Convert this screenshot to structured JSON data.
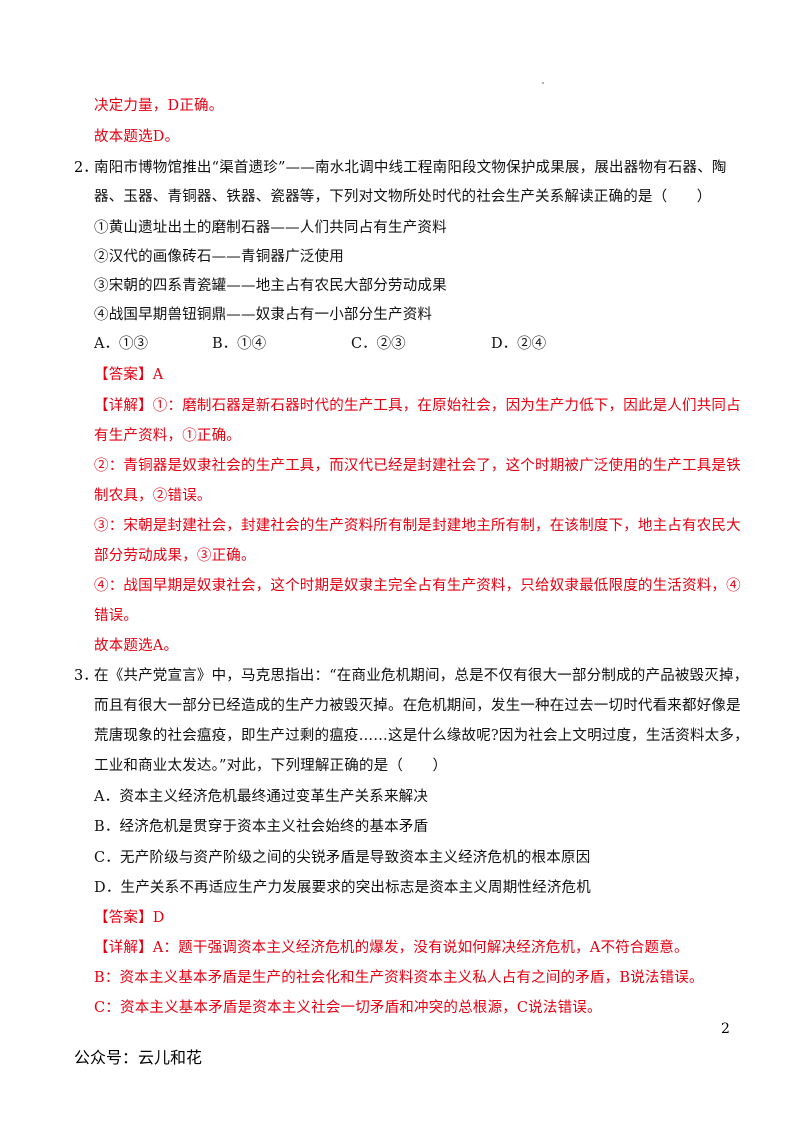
{
  "lines": {
    "l1": "决定力量，D正确。",
    "l2": "故本题选D。",
    "q2_num": "2．",
    "q2_l1": "南阳市博物馆推出“渠首遗珍”——南水北调中线工程南阳段文物保护成果展，展出器物有石器、陶",
    "q2_l2": "器、玉器、青铜器、铁器、瓷器等，下列对文物所处时代的社会生产关系解读正确的是（　　）",
    "q2_s1": "①黄山遗址出土的磨制石器——人们共同占有生产资料",
    "q2_s2": "②汉代的画像砖石——青铜器广泛使用",
    "q2_s3": "③宋朝的四系青瓷罐——地主占有农民大部分劳动成果",
    "q2_s4": "④战国早期兽钮铜鼎——奴隶占有一小部分生产资料",
    "q2_a": "A．①③",
    "q2_b": "B．①④",
    "q2_c": "C．②③",
    "q2_d": "D．②④",
    "q2_answer": "【答案】A",
    "q2_det1": "【详解】①：磨制石器是新石器时代的生产工具，在原始社会，因为生产力低下，因此是人们共同占",
    "q2_det2": "有生产资料，①正确。",
    "q2_det3": "②：青铜器是奴隶社会的生产工具，而汉代已经是封建社会了，这个时期被广泛使用的生产工具是铁",
    "q2_det4": "制农具，②错误。",
    "q2_det5": "③：宋朝是封建社会，封建社会的生产资料所有制是封建地主所有制，在该制度下，地主占有农民大",
    "q2_det6": "部分劳动成果，③正确。",
    "q2_det7": "④：战国早期是奴隶社会，这个时期是奴隶主完全占有生产资料，只给奴隶最低限度的生活资料，④",
    "q2_det8": "错误。",
    "q2_final": "故本题选A。",
    "q3_num": "3．",
    "q3_l1": "在《共产党宣言》中，马克思指出：“在商业危机期间，总是不仅有很大一部分制成的产品被毁灭掉，",
    "q3_l2": "而且有很大一部分已经造成的生产力被毁灭掉。在危机期间，发生一种在过去一切时代看来都好像是",
    "q3_l3": "荒唐现象的社会瘟疫，即生产过剩的瘟疫……这是什么缘故呢?因为社会上文明过度，生活资料太多，",
    "q3_l4": "工业和商业太发达。”对此，下列理解正确的是（　　）",
    "q3_a": "A．资本主义经济危机最终通过变革生产关系来解决",
    "q3_b": "B．经济危机是贯穿于资本主义社会始终的基本矛盾",
    "q3_c": "C．无产阶级与资产阶级之间的尖锐矛盾是导致资本主义经济危机的根本原因",
    "q3_d": "D．生产关系不再适应生产力发展要求的突出标志是资本主义周期性经济危机",
    "q3_answer": "【答案】D",
    "q3_det1": "【详解】A：题干强调资本主义经济危机的爆发，没有说如何解决经济危机，A不符合题意。",
    "q3_det2": "B：资本主义基本矛盾是生产的社会化和生产资料资本主义私人占有之间的矛盾，B说法错误。",
    "q3_det3": "C：资本主义基本矛盾是资本主义社会一切矛盾和冲突的总根源，C说法错误。"
  },
  "page_number": "2",
  "footer": "公众号：云儿和花",
  "colors": {
    "answer_red": "#e60012",
    "text_black": "#111111"
  }
}
